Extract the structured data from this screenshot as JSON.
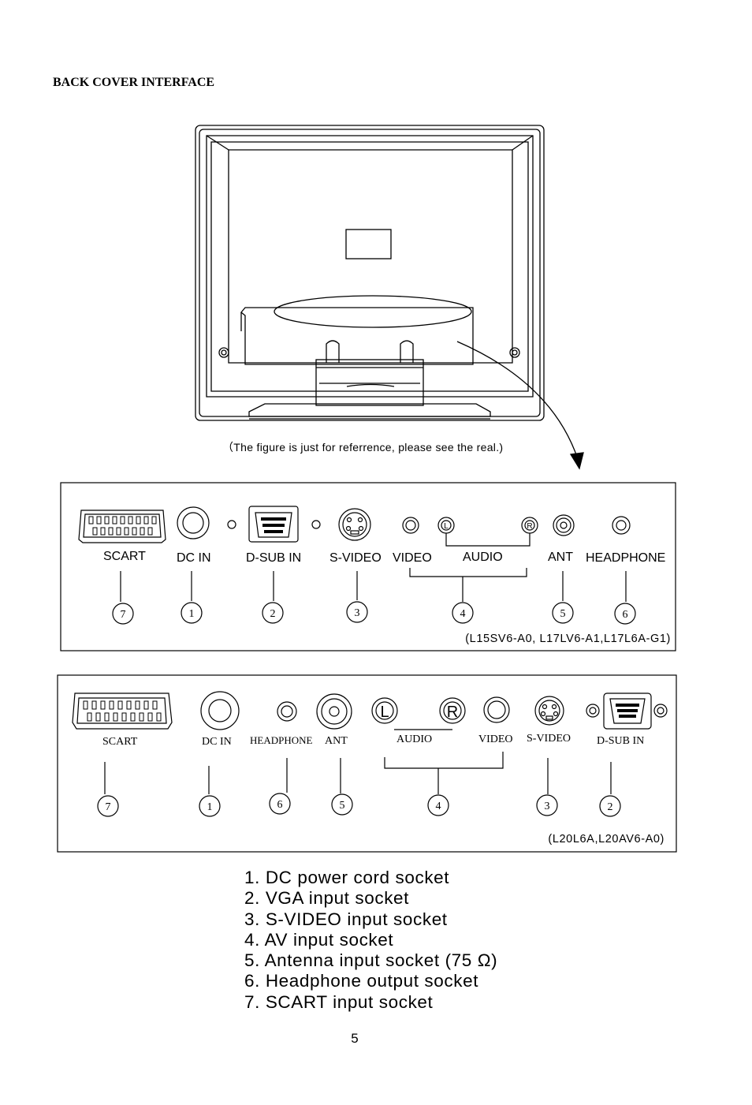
{
  "heading": "BACK COVER INTERFACE",
  "caption": "（The figure is just for referrence, please see the real.)",
  "panel1": {
    "labels": {
      "scart": "SCART",
      "dcin": "DC IN",
      "dsub": "D-SUB IN",
      "svideo": "S-VIDEO",
      "video": "VIDEO",
      "audio": "AUDIO",
      "ant": "ANT",
      "headphone": "HEADPHONE",
      "audio_l": "L",
      "audio_r": "R"
    },
    "numbers": [
      "7",
      "1",
      "2",
      "3",
      "4",
      "5",
      "6"
    ],
    "models": "(L15SV6-A0, L17LV6-A1,L17L6A-G1)"
  },
  "panel2": {
    "labels": {
      "scart": "SCART",
      "dcin": "DC IN",
      "headphone": "HEADPHONE",
      "ant": "ANT",
      "audio": "AUDIO",
      "video": "VIDEO",
      "svideo": "S-VIDEO",
      "dsub": "D-SUB IN",
      "audio_l": "L",
      "audio_r": "R"
    },
    "numbers": [
      "7",
      "1",
      "6",
      "5",
      "4",
      "3",
      "2"
    ],
    "models": "(L20L6A,L20AV6-A0)"
  },
  "legend": [
    "1. DC power cord socket",
    "2. VGA input socket",
    "3. S-VIDEO input socket",
    "4. AV input socket",
    "5. Antenna input socket (75 Ω)",
    "6. Headphone output socket",
    "7. SCART input socket"
  ],
  "page_number": "5"
}
